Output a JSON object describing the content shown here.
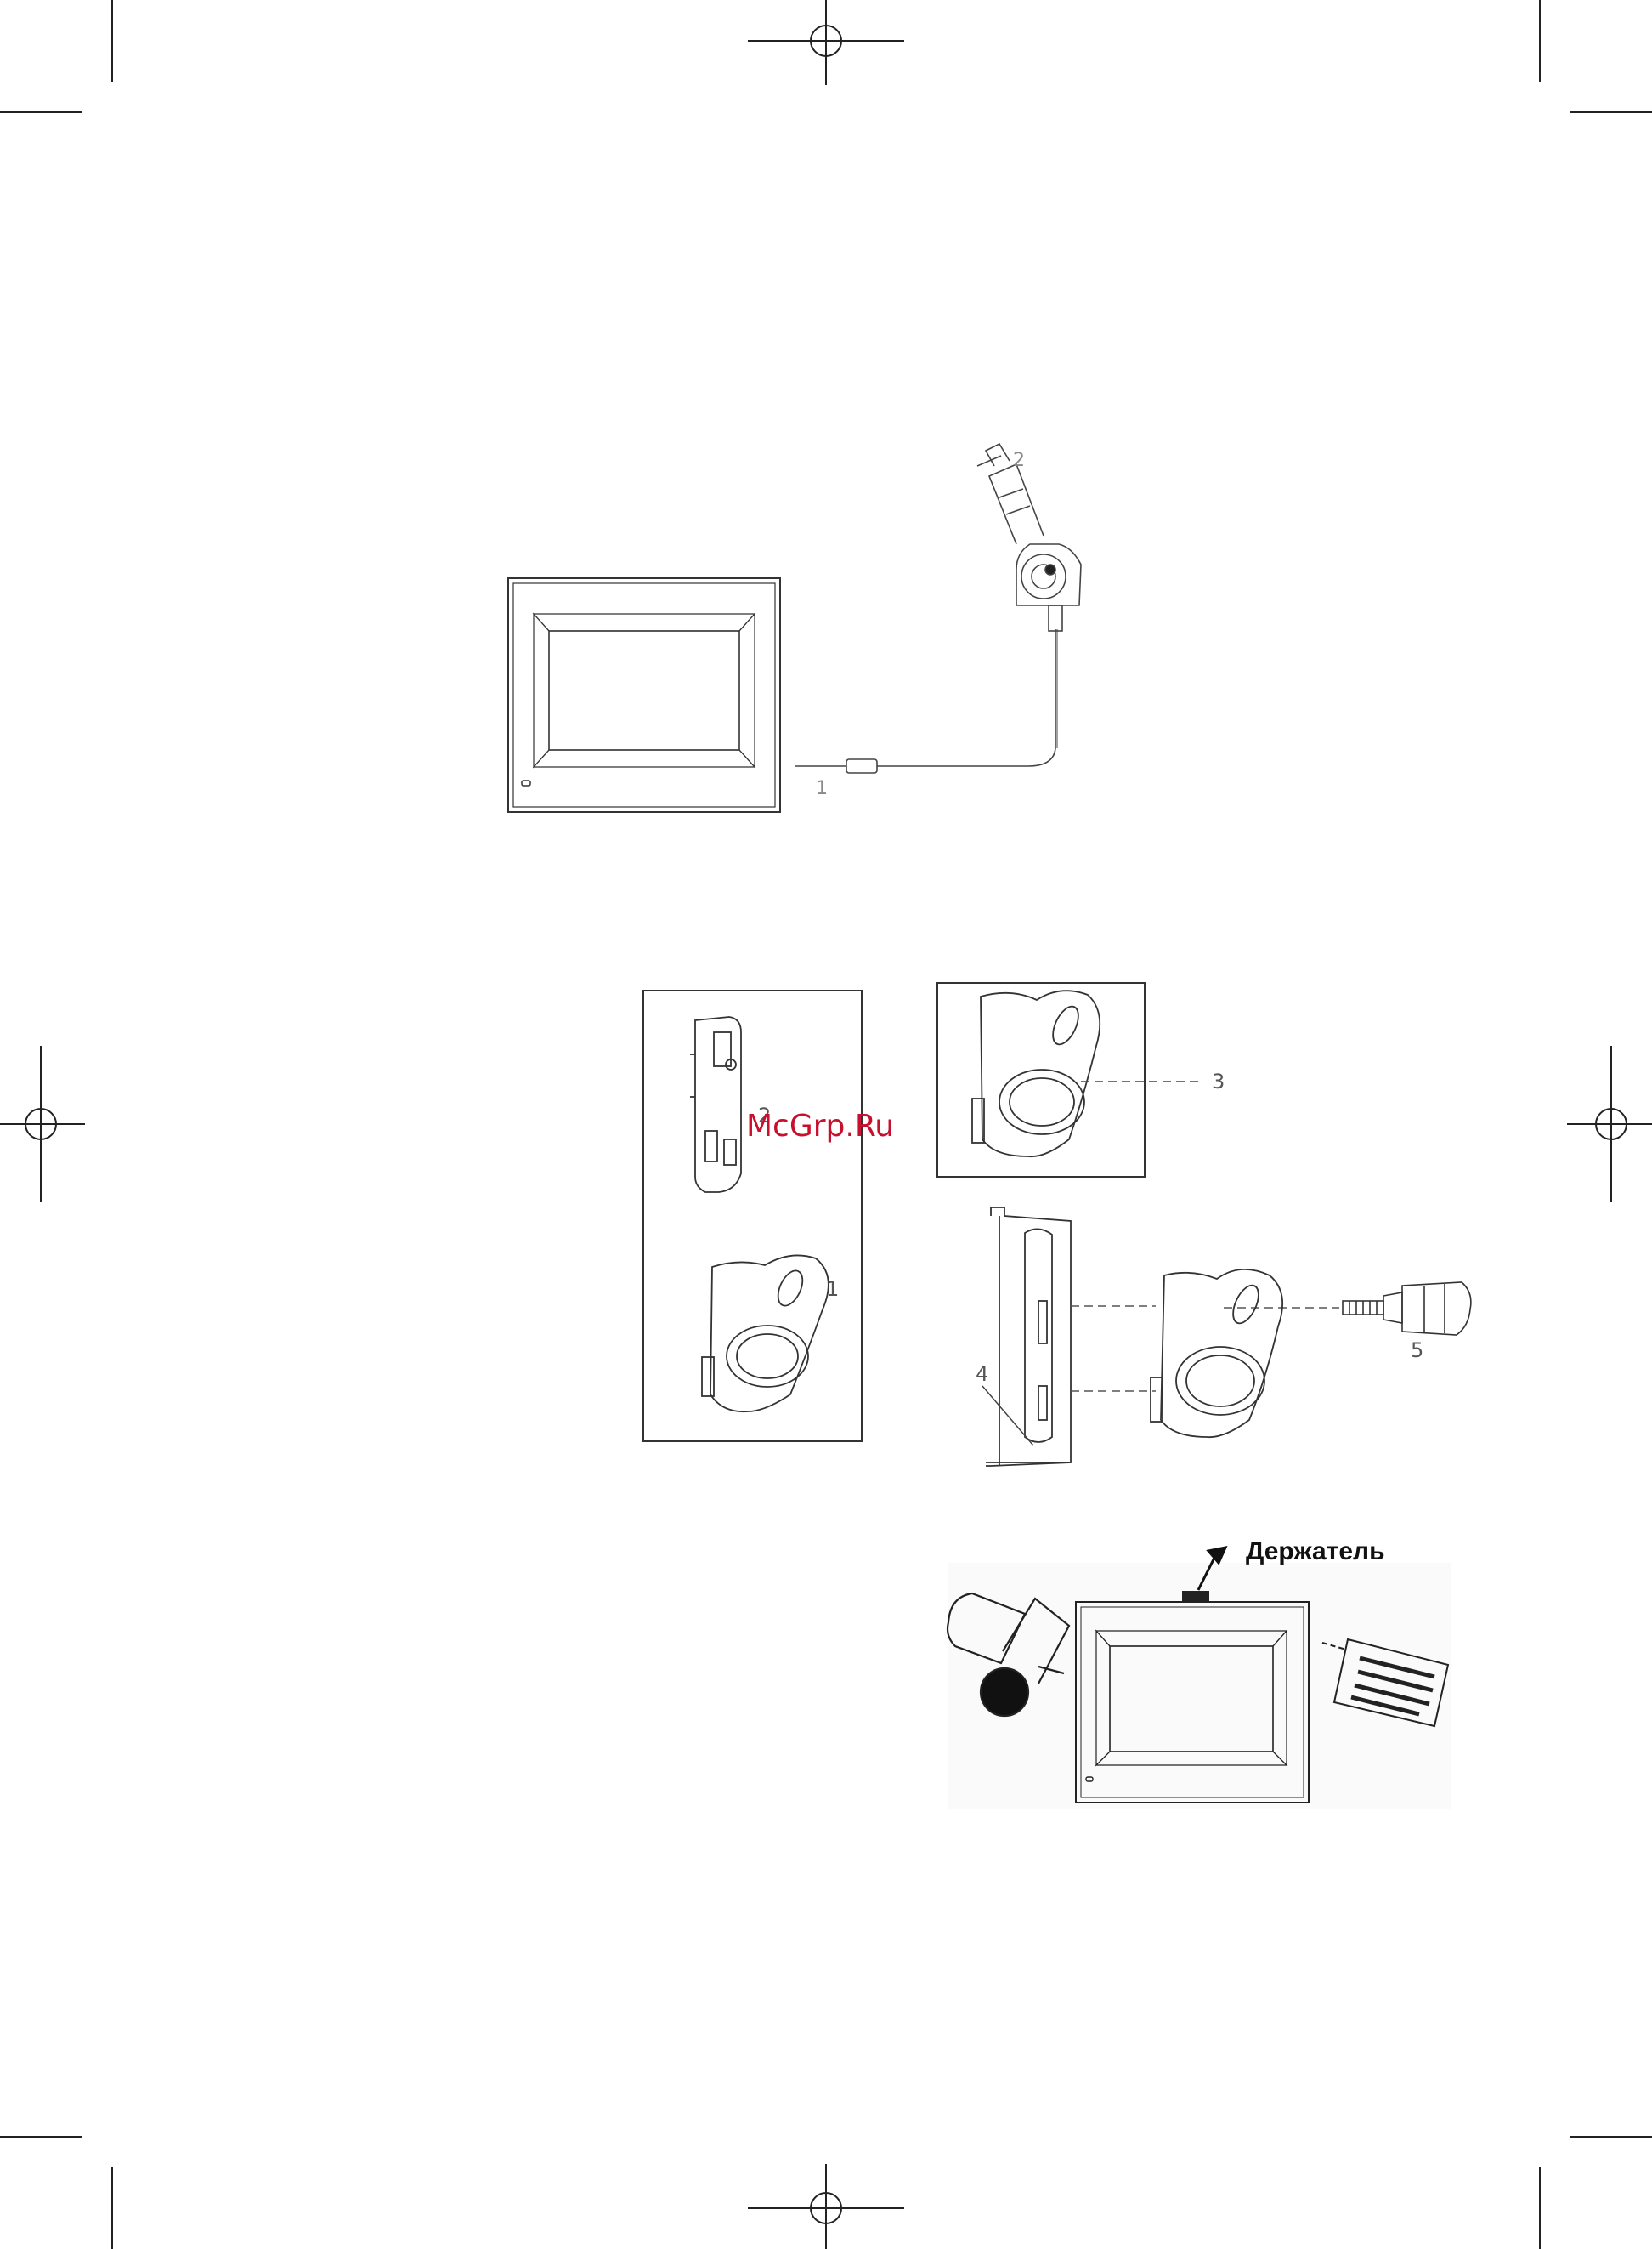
{
  "figure1": {
    "label_1": "1",
    "label_2": "2"
  },
  "figure2": {
    "label_1": "1",
    "label_2": "2",
    "label_3": "3",
    "label_4": "4",
    "label_5": "5"
  },
  "figure3": {
    "holder_label": "Держатель"
  },
  "watermark": "McGrp.Ru",
  "colors": {
    "line": "#333333",
    "label_gray": "#888888",
    "watermark_red": "#c8102e"
  }
}
